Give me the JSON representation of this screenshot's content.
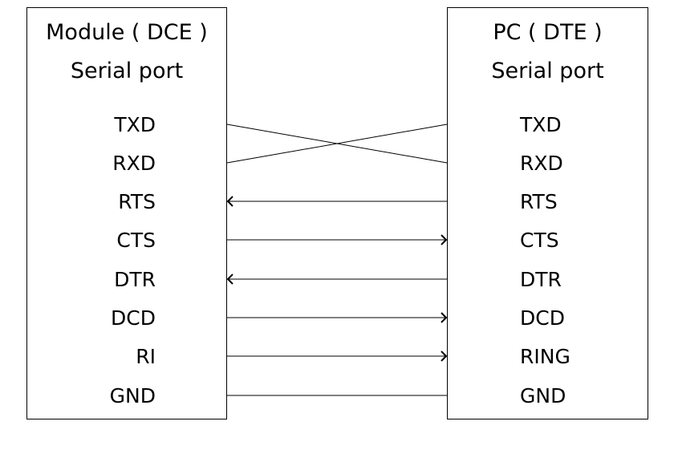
{
  "dce": {
    "title": "Module ( DCE )",
    "subtitle": "Serial port",
    "pins": [
      "TXD",
      "RXD",
      "RTS",
      "CTS",
      "DTR",
      "DCD",
      "RI",
      "GND"
    ]
  },
  "dte": {
    "title": "PC ( DTE )",
    "subtitle": "Serial port",
    "pins": [
      "TXD",
      "RXD",
      "RTS",
      "CTS",
      "DTR",
      "DCD",
      "RING",
      "GND"
    ]
  },
  "connections": [
    {
      "from": "dce.TXD",
      "to": "dte.RXD",
      "type": "cross"
    },
    {
      "from": "dce.RXD",
      "to": "dte.TXD",
      "type": "cross"
    },
    {
      "from": "dte.RTS",
      "to": "dce.RTS",
      "type": "arrow"
    },
    {
      "from": "dce.CTS",
      "to": "dte.CTS",
      "type": "arrow"
    },
    {
      "from": "dte.DTR",
      "to": "dce.DTR",
      "type": "arrow"
    },
    {
      "from": "dce.DCD",
      "to": "dte.DCD",
      "type": "arrow"
    },
    {
      "from": "dce.RI",
      "to": "dte.RING",
      "type": "arrow"
    },
    {
      "from": "dce.GND",
      "to": "dte.GND",
      "type": "line"
    }
  ]
}
